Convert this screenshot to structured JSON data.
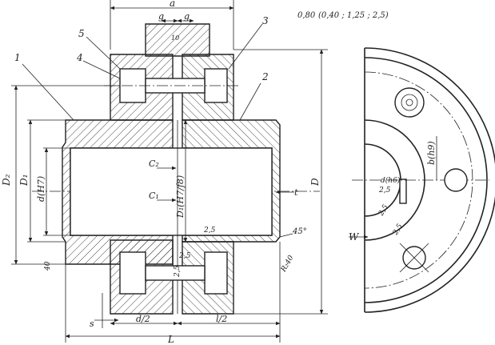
{
  "dimensions": {
    "a": "a",
    "g_left": "g",
    "g_right": "g",
    "D2": "D₂",
    "D1": "D₁",
    "d_H7": "d(H7)",
    "C2": "C₂",
    "C1": "C₁",
    "D1_H7_f8": "D₁(H7/f8)",
    "D": "D",
    "t": "t",
    "L": "L",
    "l_half": "l/2",
    "d_half": "d/2",
    "s": "s",
    "W": "W",
    "b_h9": "b(h9)",
    "d_h6": "d(h6)",
    "chamfer_angle": "45°"
  },
  "callouts": [
    "1",
    "2",
    "3",
    "4",
    "5"
  ],
  "roughness": {
    "top_main": "0,80",
    "top_group": "(0,40 ; 1,25 ; 2,5)",
    "r_25a": "2,5",
    "r_25b": "2,5",
    "r_25c": "2,5",
    "r_10": "10",
    "r_40a": "40",
    "r_40b": "R₂40",
    "r_right": "2,5",
    "r_right2": "2,5",
    "r_right3": "2,5"
  }
}
